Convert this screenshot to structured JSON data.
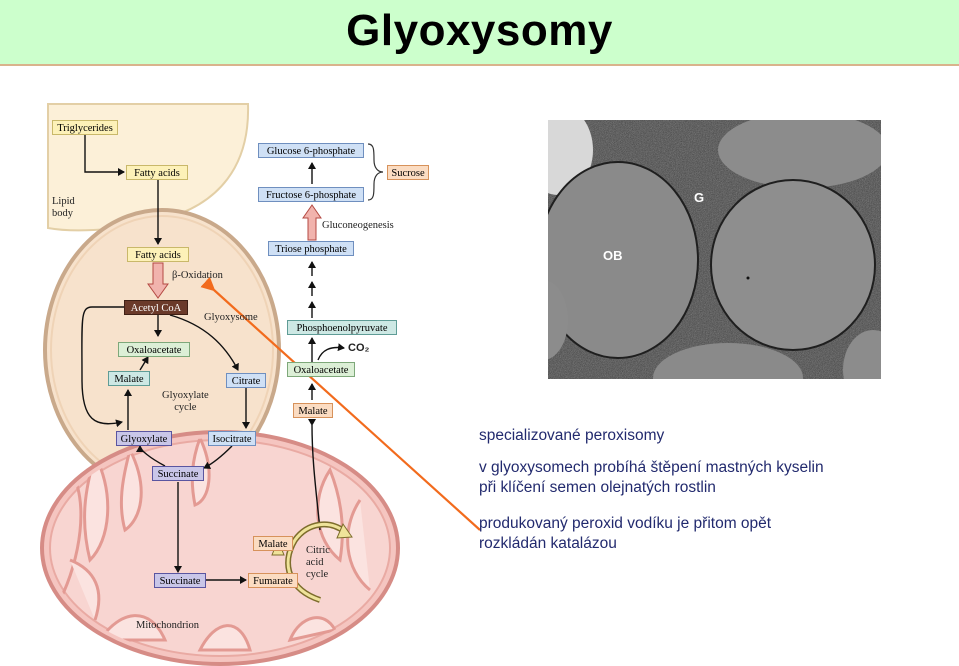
{
  "title": "Glyoxysomy",
  "diagram": {
    "labels": {
      "triglycerides": "Triglycerides",
      "fatty_acids_top": "Fatty acids",
      "lipid_body": "Lipid\nbody",
      "fatty_acids_inner": "Fatty acids",
      "beta_oxidation": "β-Oxidation",
      "acetyl_coa": "Acetyl CoA",
      "glyoxysome": "Glyoxysome",
      "oxaloacetate_inner": "Oxaloacetate",
      "malate_inner": "Malate",
      "citrate": "Citrate",
      "glyoxylate_cycle": "Glyoxylate\ncycle",
      "glyoxylate": "Glyoxylate",
      "isocitrate": "Isocitrate",
      "succinate_top": "Succinate",
      "succinate_mito": "Succinate",
      "fumarate": "Fumarate",
      "malate_mito": "Malate",
      "citric_acid_cycle": "Citric\nacid\ncycle",
      "mitochondrion": "Mitochondrion",
      "glucose_6_phosphate": "Glucose 6-phosphate",
      "fructose_6_phosphate": "Fructose 6-phosphate",
      "sucrose": "Sucrose",
      "gluconeogenesis": "Gluconeogenesis",
      "triose_phosphate": "Triose phosphate",
      "phosphoenolpyruvate": "Phosphoenolpyruvate",
      "co2": "CO₂",
      "oxaloacetate_cyto": "Oxaloacetate",
      "malate_cyto": "Malate"
    },
    "micrograph_labels": {
      "g": "G",
      "ob": "OB"
    },
    "arrow_color": "#f26b1d"
  },
  "text": {
    "line1": "specializované peroxisomy",
    "para2_line1": "v glyoxysomech probíhá štěpení mastných kyselin",
    "para2_line2": "při klíčení semen olejnatých rostlin",
    "para3_line1": "produkovaný peroxid vodíku je přitom opět",
    "para3_line2": "rozkládán katalázou"
  }
}
